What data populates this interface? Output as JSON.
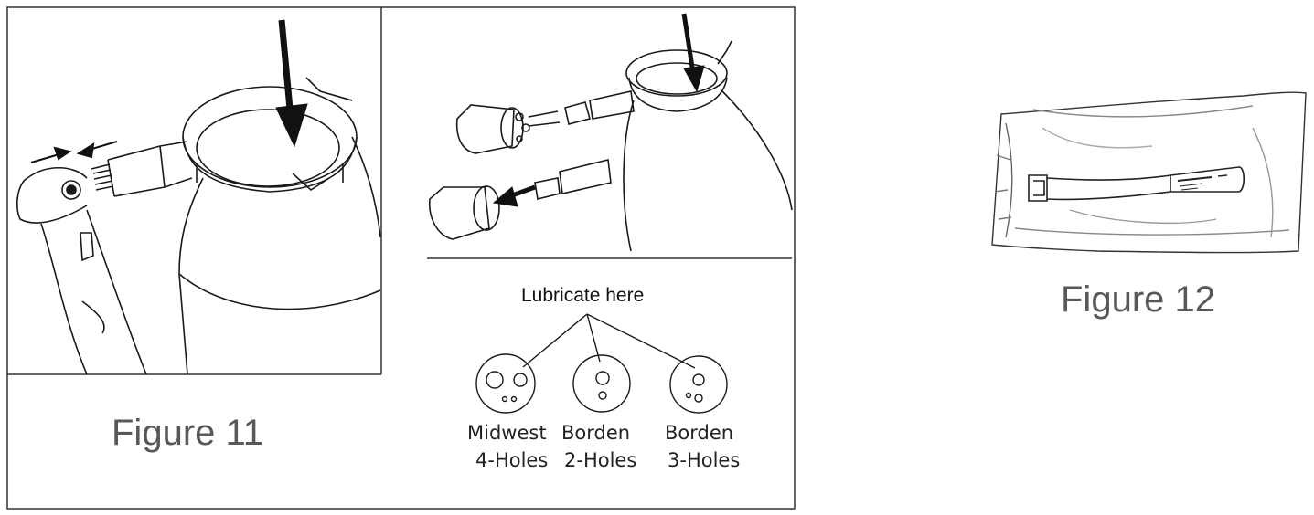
{
  "figure11": {
    "caption": "Figure 11",
    "lubricate_label": "Lubricate here",
    "holes": [
      {
        "name": "Midwest",
        "count": "4-Holes"
      },
      {
        "name": "Borden",
        "count": "2-Holes"
      },
      {
        "name": "Borden",
        "count": "3-Holes"
      }
    ]
  },
  "figure12": {
    "caption": "Figure 12"
  },
  "colors": {
    "line": "#1a1a1a",
    "caption": "#58585a"
  }
}
